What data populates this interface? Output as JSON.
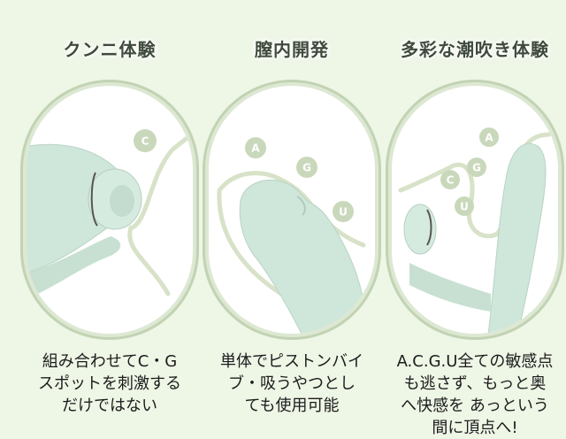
{
  "columns": [
    {
      "heading": "クンニ体験",
      "letters": [
        "C"
      ],
      "desc_lines": [
        "組み合わせてC・G",
        "スポットを刺激する",
        "だけではない"
      ]
    },
    {
      "heading": "膣内開発",
      "letters": [
        "A",
        "G",
        "U"
      ],
      "desc_lines": [
        "単体でピストンバイ",
        "ブ・吸うやつとし",
        "ても使用可能"
      ]
    },
    {
      "heading": "多彩な潮吹き体験",
      "letters": [
        "A",
        "C",
        "G",
        "U"
      ],
      "desc_lines": [
        "A.C.G.U全ての敏感点",
        "も逃さず、もっと奥",
        "へ快感を あっという",
        "間に頂点へ!"
      ]
    }
  ],
  "colors": {
    "background": "#eef6e6",
    "product": "#cfe6da",
    "outline": "#d7e2c8",
    "badge": "#c9d8bb"
  }
}
